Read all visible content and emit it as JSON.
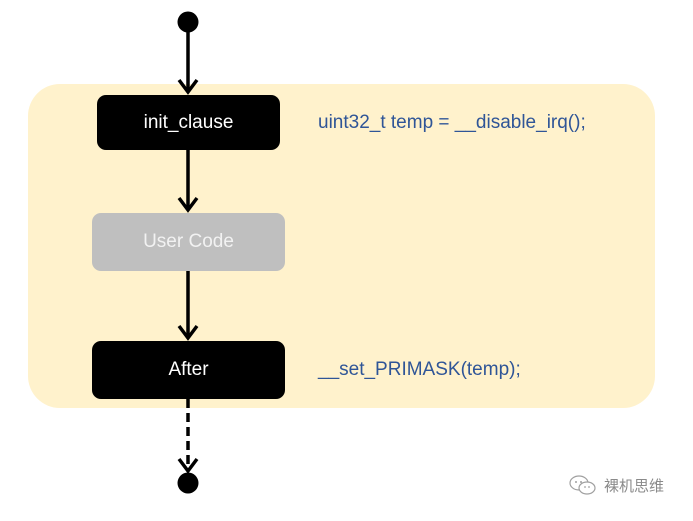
{
  "diagram": {
    "nodes": [
      {
        "id": "init",
        "label": "init_clause",
        "style": "dark"
      },
      {
        "id": "user",
        "label": "User Code",
        "style": "gray"
      },
      {
        "id": "after",
        "label": "After",
        "style": "dark"
      }
    ],
    "annotations": {
      "init": "uint32_t temp = __disable_irq();",
      "after": "__set_PRIMASK(temp);"
    },
    "edges": [
      {
        "from": "start",
        "to": "init",
        "style": "solid"
      },
      {
        "from": "init",
        "to": "user",
        "style": "solid"
      },
      {
        "from": "user",
        "to": "after",
        "style": "solid"
      },
      {
        "from": "after",
        "to": "end",
        "style": "dashed"
      }
    ],
    "colors": {
      "panel": "#fff2cc",
      "dark_node": "#000000",
      "gray_node": "#bfbfbf",
      "code_text": "#2f5597"
    }
  },
  "watermark": {
    "icon": "wechat-icon",
    "text": "裸机思维"
  }
}
